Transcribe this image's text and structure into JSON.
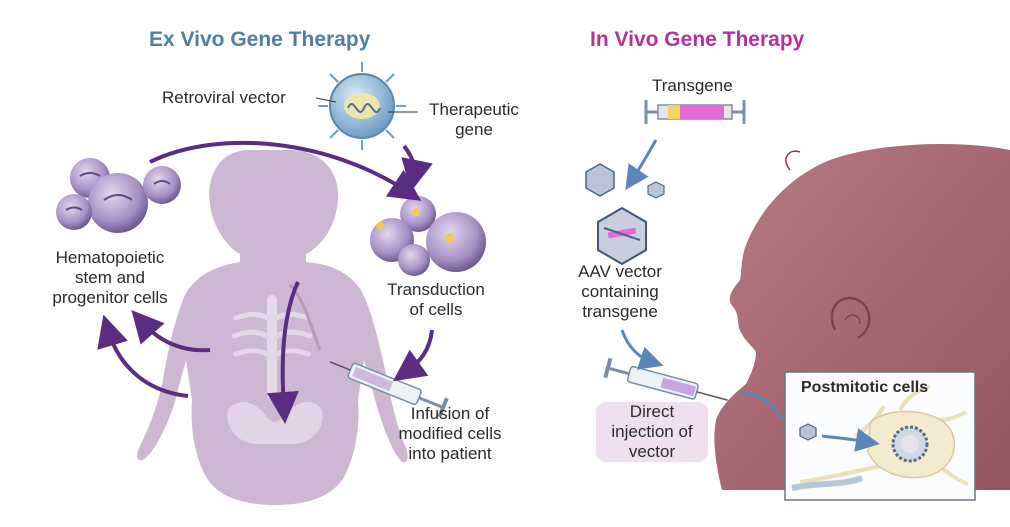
{
  "colors": {
    "ex_vivo_title": "#4f7fa3",
    "in_vivo_title": "#b3329e",
    "arrow_purple": "#5b2d82",
    "arrow_blue": "#5b86bb",
    "child_body": "#c8b1cf",
    "baby_head": "#a96b74",
    "cell_purple": "#8f79b0"
  },
  "ex_vivo": {
    "title": "Ex Vivo Gene Therapy",
    "retroviral_vector": "Retroviral vector",
    "therapeutic_gene": [
      "Therapeutic",
      "gene"
    ],
    "stem_cells": [
      "Hematopoietic",
      "stem and",
      "progenitor cells"
    ],
    "transduction": [
      "Transduction",
      "of cells"
    ],
    "infusion": [
      "Infusion of",
      "modified cells",
      "into patient"
    ]
  },
  "in_vivo": {
    "title": "In Vivo Gene Therapy",
    "transgene": "Transgene",
    "aav_vector": [
      "AAV vector",
      "containing",
      "transgene"
    ],
    "direct_injection": [
      "Direct",
      "injection of",
      "vector"
    ],
    "postmitotic": "Postmitotic cells"
  }
}
